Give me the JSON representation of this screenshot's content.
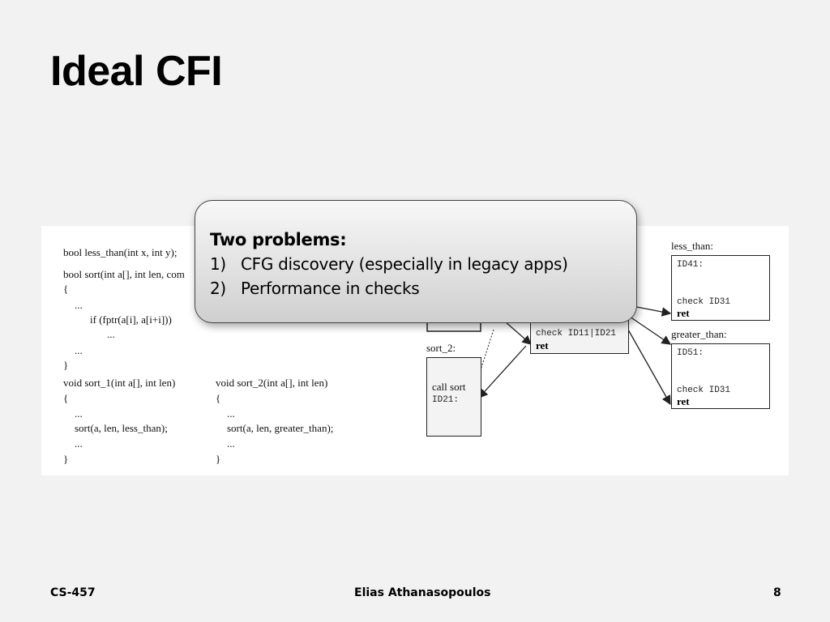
{
  "slide": {
    "title": "Ideal CFI"
  },
  "figure": {
    "code_lines": [
      "bool less_than(int x, int y);",
      "bool sort(int a[], int len, com",
      "{",
      "...",
      "if (fptr(a[i], a[i+i]))",
      "...",
      "...",
      "}",
      "void sort_1(int a[], int len)",
      "{",
      "...",
      "sort(a, len, less_than);",
      "...",
      "}",
      "void sort_2(int a[], int len)",
      "{",
      "...",
      "sort(a, len, greater_than);",
      "...",
      "}"
    ],
    "labels": {
      "sort_2": "sort_2:",
      "less_than": "less_than:",
      "greater_than": "greater_than:"
    },
    "sort_box": {
      "check": "check ID11|ID21",
      "ret": "ret"
    },
    "sort2_box": {
      "call": "call sort",
      "id": "ID21:"
    },
    "less_than_box": {
      "id": "ID41:",
      "check": "check ID31",
      "ret": "ret"
    },
    "greater_than_box": {
      "id": "ID51:",
      "check": "check ID31",
      "ret": "ret"
    }
  },
  "callout": {
    "heading": "Two problems:",
    "items": [
      {
        "num": "1)",
        "text": "CFG discovery (especially in legacy apps)"
      },
      {
        "num": "2)",
        "text": "Performance in checks"
      }
    ]
  },
  "footer": {
    "course": "CS-457",
    "author": "Elias Athanasopoulos",
    "page": "8"
  }
}
